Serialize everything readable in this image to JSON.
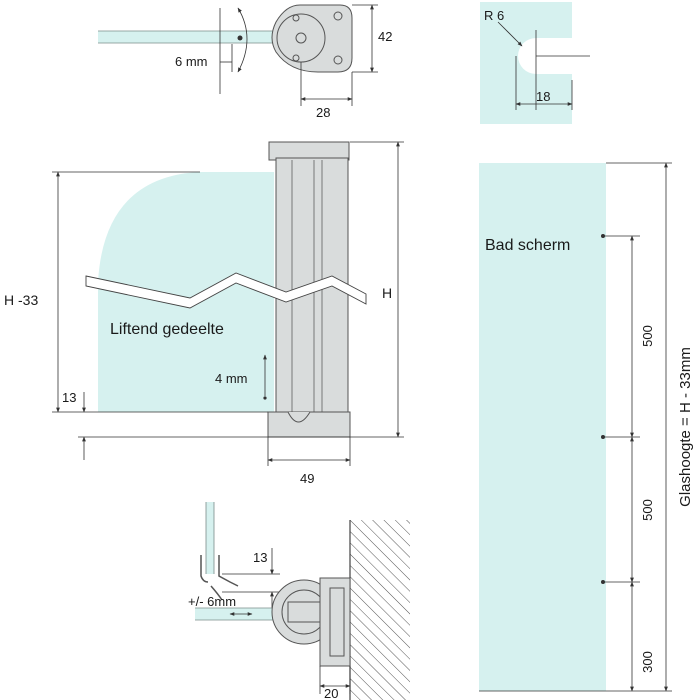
{
  "top_detail": {
    "dim_gap": "6 mm",
    "dim_width": "28",
    "dim_height": "42"
  },
  "radius_detail": {
    "radius_label": "R 6",
    "depth_label": "18"
  },
  "main_view": {
    "height_label": "H",
    "glass_height_label": "H -33",
    "glass_label": "Liftend gedeelte",
    "lift_label": "4 mm",
    "bottom_gap_label": "13",
    "profile_width_label": "49"
  },
  "seal_detail": {
    "seal_height_label": "13"
  },
  "wall_detail": {
    "adjust_label": "+/- 6mm",
    "wall_width_label": "20"
  },
  "screen_panel": {
    "title": "Bad scherm",
    "glass_height_label": "Glashoogte = H - 33mm",
    "segments": [
      {
        "label": "500"
      },
      {
        "label": "500"
      },
      {
        "label": "300"
      }
    ]
  },
  "colors": {
    "glass": "#d6f1ef",
    "metal": "#d9dcdc",
    "line": "#333333"
  }
}
